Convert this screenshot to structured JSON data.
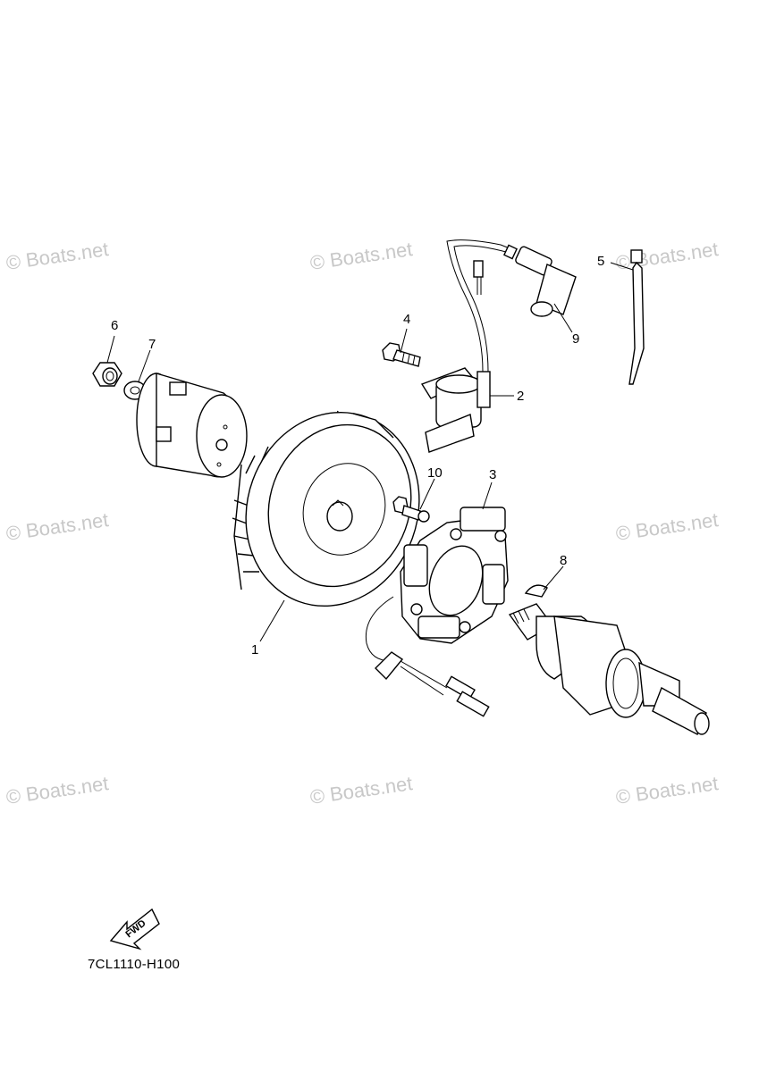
{
  "watermark_text": "© Boats.net",
  "diagram_code": "7CL1110-H100",
  "fwd_label": "FWD",
  "callouts": [
    {
      "id": "c1",
      "text": "1"
    },
    {
      "id": "c2",
      "text": "2"
    },
    {
      "id": "c3",
      "text": "3"
    },
    {
      "id": "c4",
      "text": "4"
    },
    {
      "id": "c5",
      "text": "5"
    },
    {
      "id": "c6",
      "text": "6"
    },
    {
      "id": "c7",
      "text": "7"
    },
    {
      "id": "c8",
      "text": "8"
    },
    {
      "id": "c9",
      "text": "9"
    },
    {
      "id": "c10",
      "text": "10"
    }
  ]
}
